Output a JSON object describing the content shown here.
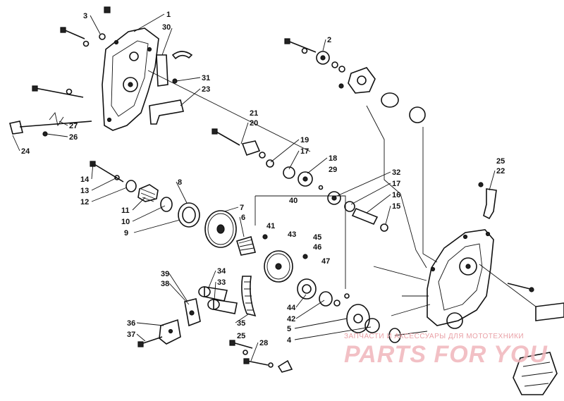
{
  "diagram": {
    "callouts": {
      "c1": "1",
      "c2": "2",
      "c3": "3",
      "c4": "4",
      "c5": "5",
      "c6": "6",
      "c7": "7",
      "c8": "8",
      "c9": "9",
      "c10": "10",
      "c11": "11",
      "c12": "12",
      "c13": "13",
      "c14": "14",
      "c15": "15",
      "c16": "16",
      "c17a": "17",
      "c17b": "17",
      "c18": "18",
      "c19": "19",
      "c20": "20",
      "c21": "21",
      "c22": "22",
      "c23": "23",
      "c24": "24",
      "c25a": "25",
      "c25b": "25",
      "c26": "26",
      "c27": "27",
      "c28": "28",
      "c29": "29",
      "c30": "30",
      "c31": "31",
      "c32": "32",
      "c33": "33",
      "c34": "34",
      "c35": "35",
      "c36": "36",
      "c37": "37",
      "c38": "38",
      "c39": "39",
      "c40": "40",
      "c41": "41",
      "c42": "42",
      "c43": "43",
      "c44": "44",
      "c45": "45",
      "c46": "46",
      "c47": "47"
    }
  },
  "watermark": {
    "caption": "ЗАПЧАСТИ И АКСЕССУАРЫ ДЛЯ МОТОТЕХНИКИ",
    "logo": "PARTS FOR YOU"
  }
}
